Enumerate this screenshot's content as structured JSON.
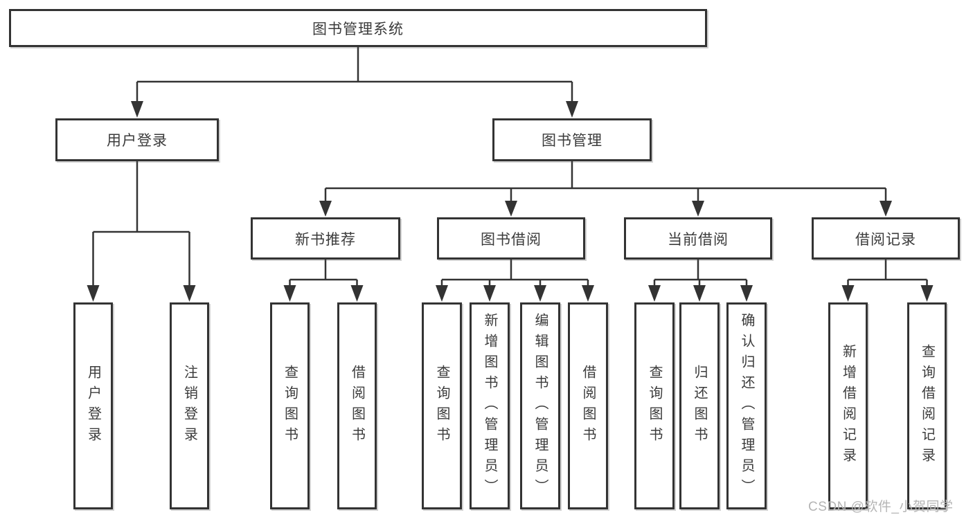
{
  "diagram_title": "图书管理系统",
  "tree": {
    "label": "图书管理系统",
    "children": [
      {
        "label": "用户登录",
        "children": [
          {
            "label": "用户登录"
          },
          {
            "label": "注销登录"
          }
        ]
      },
      {
        "label": "图书管理",
        "children": [
          {
            "label": "新书推荐",
            "children": [
              {
                "label": "查询图书"
              },
              {
                "label": "借阅图书"
              }
            ]
          },
          {
            "label": "图书借阅",
            "children": [
              {
                "label": "查询图书"
              },
              {
                "label": "新增图书（管理员）"
              },
              {
                "label": "编辑图书（管理员）"
              },
              {
                "label": "借阅图书"
              }
            ]
          },
          {
            "label": "当前借阅",
            "children": [
              {
                "label": "查询图书"
              },
              {
                "label": "归还图书"
              },
              {
                "label": "确认归还（管理员）"
              }
            ]
          },
          {
            "label": "借阅记录",
            "children": [
              {
                "label": "新增借阅记录"
              },
              {
                "label": "查询借阅记录"
              }
            ]
          }
        ]
      }
    ]
  },
  "watermark": {
    "text": "CSDN @软件_小贺同学"
  },
  "colors": {
    "line": "#333333",
    "text": "#3b3b3b",
    "box_background": "#ffffff",
    "watermark": "#b5b5b5",
    "background": "#ffffff"
  }
}
